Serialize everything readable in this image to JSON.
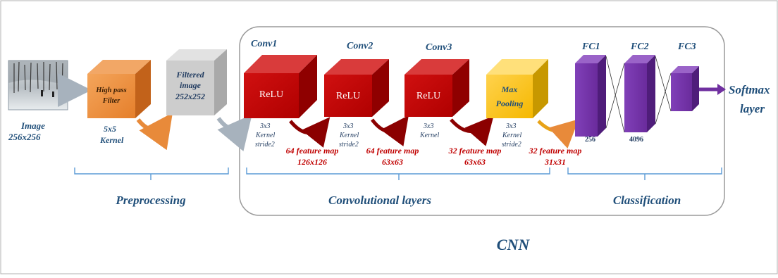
{
  "input": {
    "title": "Image",
    "size": "256x256"
  },
  "preprocessing": {
    "filter_line1": "High pass",
    "filter_line2": "Filter",
    "kernel_size": "5x5",
    "kernel_word": "Kernel",
    "filtered_line1": "Filtered",
    "filtered_line2": "image",
    "filtered_size": "252x252",
    "group_label": "Preprocessing"
  },
  "cnn": {
    "conv_layers": [
      {
        "title": "Conv1",
        "activation": "ReLU",
        "k1": "3x3",
        "k2": "Kernel",
        "k3": "stride2",
        "fm1": "64 feature map",
        "fm2": "126x126"
      },
      {
        "title": "Conv2",
        "activation": "ReLU",
        "k1": "3x3",
        "k2": "Kernel",
        "k3": "stride2",
        "fm1": "64 feature map",
        "fm2": "63x63"
      },
      {
        "title": "Conv3",
        "activation": "ReLU",
        "k1": "3x3",
        "k2": "Kernel",
        "k3": "",
        "fm1": "32 feature map",
        "fm2": "63x63"
      }
    ],
    "pool": {
      "line1": "Max",
      "line2": "Pooling",
      "k1": "3x3",
      "k2": "Kernel",
      "k3": "stride2",
      "fm1": "32 feature map",
      "fm2": "31x31"
    },
    "fc_layers": [
      {
        "title": "FC1",
        "units": "256"
      },
      {
        "title": "FC2",
        "units": "4096"
      },
      {
        "title": "FC3",
        "units": ""
      }
    ],
    "output_line1": "Softmax",
    "output_line2": "layer",
    "conv_group_label": "Convolutional layers",
    "class_group_label": "Classification",
    "label": "CNN"
  },
  "colors": {
    "orange": "#e57f2b",
    "gray": "#c9c9c9",
    "red": "#c00000",
    "gold": "#ffc000",
    "purple": "#7030a0",
    "blue_text": "#1f4e79",
    "red_text": "#c00000",
    "brace": "#5b9bd5"
  }
}
